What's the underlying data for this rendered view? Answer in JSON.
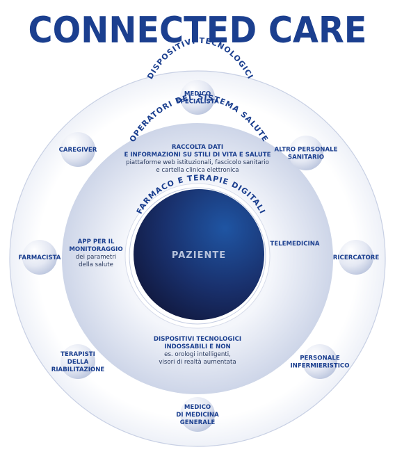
{
  "title": "CONNECTED CARE",
  "rings": {
    "outer": "OPERATORI DEL SISTEMA SALUTE",
    "middle": "DISPOSITIVI TECNOLOGICI",
    "inner": "FARMACO E TERAPIE DIGITALI",
    "center": "PAZIENTE"
  },
  "operators": [
    {
      "id": "medico-specialista",
      "lines": [
        "MEDICO",
        "SPECIALISTA"
      ]
    },
    {
      "id": "altro-personale-sanitario",
      "lines": [
        "ALTRO PERSONALE",
        "SANITARIO"
      ]
    },
    {
      "id": "ricercatore",
      "lines": [
        "RICERCATORE"
      ]
    },
    {
      "id": "personale-infermieristico",
      "lines": [
        "PERSONALE",
        "INFERMIERISTICO"
      ]
    },
    {
      "id": "medico-medicina-generale",
      "lines": [
        "MEDICO",
        "DI MEDICINA",
        "GENERALE"
      ]
    },
    {
      "id": "terapisti-riabilitazione",
      "lines": [
        "TERAPISTI",
        "DELLA",
        "RIABILITAZIONE"
      ]
    },
    {
      "id": "farmacista",
      "lines": [
        "FARMACISTA"
      ]
    },
    {
      "id": "caregiver",
      "lines": [
        "CAREGIVER"
      ]
    }
  ],
  "devices": [
    {
      "id": "raccolta-dati",
      "bold": [
        "RACCOLTA DATI",
        "E INFORMAZIONI SU STILI DI VITA E SALUTE"
      ],
      "light": [
        "piattaforme web istituzionali, fascicolo sanitario",
        "e cartella clinica elettronica"
      ]
    },
    {
      "id": "telemedicina",
      "bold": [
        "TELEMEDICINA"
      ],
      "light": []
    },
    {
      "id": "dispositivi-indossabili",
      "bold": [
        "DISPOSITIVI TECNOLOGICI",
        "INDOSSABILI E NON"
      ],
      "light": [
        "es. orologi intelligenti,",
        "visori di realtà aumentata"
      ]
    },
    {
      "id": "app-monitoraggio",
      "bold": [
        "APP  PER IL",
        "MONITORAGGIO"
      ],
      "light": [
        "dei parametri",
        "della salute"
      ]
    }
  ],
  "colors": {
    "brand": "#1b3f8f",
    "center_dark": "#141a3c",
    "center_light": "#1e4f9a"
  }
}
